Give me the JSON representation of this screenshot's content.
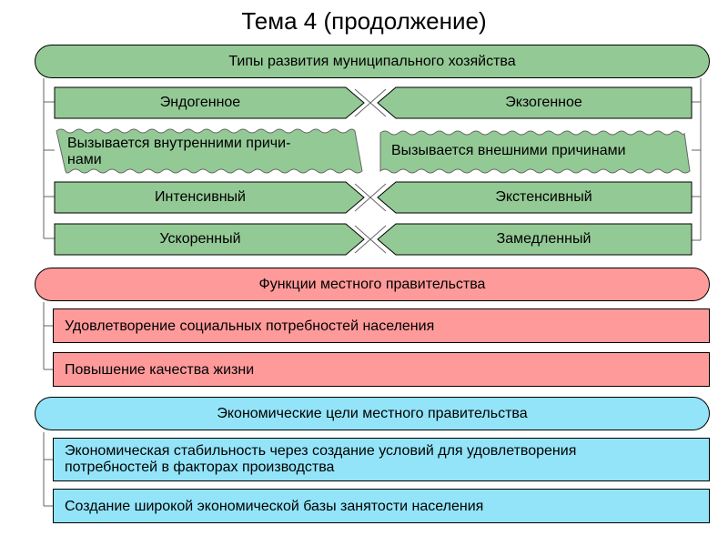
{
  "title": "Тема 4 (продолжение)",
  "section1": {
    "header": "Типы развития муниципального хозяйства",
    "pairs": [
      {
        "left": "Эндогенное",
        "right": "Экзогенное"
      },
      {
        "left": "Интенсивный",
        "right": "Экстенсивный"
      },
      {
        "left": "Ускоренный",
        "right": "Замедленный"
      }
    ],
    "causes": {
      "left": "Вызывается внутренними причи-\nнами",
      "right": "Вызывается внешними причинами"
    }
  },
  "section2": {
    "header": "Функции местного правительства",
    "items": [
      "Удовлетворение социальных потребностей населения",
      "Повышение качества жизни"
    ]
  },
  "section3": {
    "header": "Экономические цели местного правительства",
    "items": [
      "Экономическая стабильность через создание условий для удовлетворения\nпотребностей в факторах производства",
      "Создание широкой экономической базы занятости населения"
    ]
  },
  "colors": {
    "green": "#93c995",
    "red": "#ff9a9a",
    "blue": "#93e4f8"
  }
}
